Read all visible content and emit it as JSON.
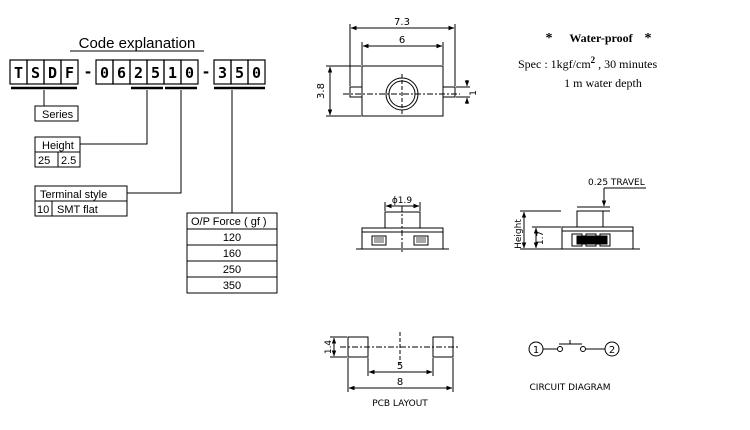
{
  "code_explanation": {
    "title": "Code explanation",
    "code_chars": [
      "T",
      "S",
      "D",
      "F",
      "-",
      "0",
      "6",
      "2",
      "5",
      "1",
      "0",
      "-",
      "3",
      "5",
      "0"
    ],
    "series": {
      "label": "Series"
    },
    "height": {
      "label": "Height",
      "code": "25",
      "value": "2.5"
    },
    "terminal": {
      "label": "Terminal style",
      "code": "10",
      "value": "SMT flat"
    },
    "force": {
      "label": "O/P Force ( gf )",
      "values": [
        "120",
        "160",
        "250",
        "350"
      ]
    }
  },
  "spec": {
    "star_left": "*",
    "heading": "Water-proof",
    "star_right": "*",
    "line1_prefix": "Spec : 1kgf/cm",
    "line1_sup": "2",
    "line1_suffix": " , 30 minutes",
    "line2": "1 m water depth"
  },
  "top_view": {
    "dim_outer": "7.3",
    "dim_inner": "6",
    "dim_height": "3.8",
    "dim_pin": "1"
  },
  "front_view": {
    "dim_stem": "ϕ1.9"
  },
  "side_view": {
    "travel": "0.25 TRAVEL",
    "height_label": "Height",
    "dim_body": "1.7"
  },
  "pcb_layout": {
    "title": "PCB LAYOUT",
    "dim_pad": "1.4",
    "dim_gap": "5",
    "dim_total": "8"
  },
  "circuit": {
    "title": "CIRCUIT DIAGRAM",
    "node1": "1",
    "node2": "2"
  }
}
